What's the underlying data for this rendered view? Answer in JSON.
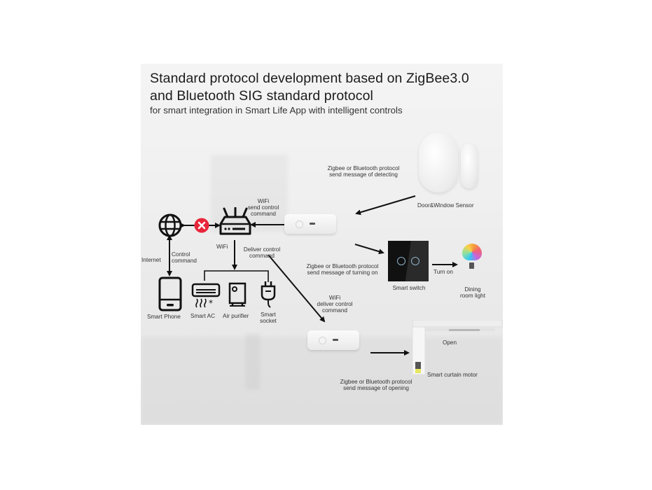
{
  "header": {
    "title_line1": "Standard protocol development based on ZigBee3.0",
    "title_line2": "and Bluetooth SIG standard protocol",
    "subtitle": "for smart integration in Smart Life App with intelligent controls"
  },
  "nodes": {
    "internet": "Internet",
    "wifi_router": "WiFi",
    "smart_phone": "Smart Phone",
    "smart_ac": "Smart AC",
    "air_purifier": "Air purifier",
    "smart_socket_line1": "Smart",
    "smart_socket_line2": "socket",
    "door_window_sensor": "Door&Window Sensor",
    "smart_switch": "Smart switch",
    "dining_light_line1": "Dining",
    "dining_light_line2": "room light",
    "curtain_open": "Open",
    "curtain_motor": "Smart curtain motor"
  },
  "edges": {
    "control_command_line1": "Control",
    "control_command_line2": "command",
    "wifi_send_line1": "WiFi",
    "wifi_send_line2": "send control",
    "wifi_send_line3": "command",
    "deliver_line1": "Deliver control",
    "deliver_line2": "command",
    "sensor_msg_line1": "Zigbee or Bluetooth protocol",
    "sensor_msg_line2": "send message of detecting",
    "switch_msg_line1": "Zigbee or Bluetooth protocol",
    "switch_msg_line2": "send message of turning on",
    "turn_on": "Turn on",
    "wifi_deliver_line1": "WiFi",
    "wifi_deliver_line2": "deliver control",
    "wifi_deliver_line3": "command",
    "curtain_msg_line1": "Zigbee or Bluetooth protocol",
    "curtain_msg_line2": "send message of opening"
  },
  "colors": {
    "blocked_badge": "#e8263a",
    "ink": "#111111",
    "switch_ring": "#8fb2c8"
  }
}
